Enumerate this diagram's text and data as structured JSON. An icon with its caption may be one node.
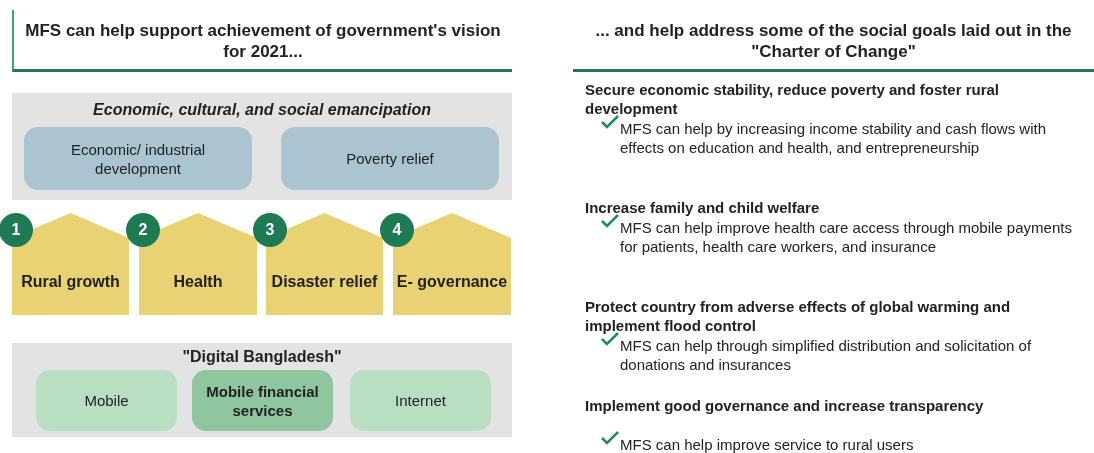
{
  "diagram": {
    "nodes": [
      {
        "text": [
          "Economic, cultural, and social emancipation"
        ]
      },
      {
        "text": [
          "Economic/ industrial development"
        ],
        "in": 0
      },
      {
        "text": [
          "Poverty relief"
        ],
        "in": 0
      },
      {
        "text": [
          "1",
          "Rural growth"
        ]
      },
      {
        "text": [
          "2",
          "Health"
        ]
      },
      {
        "text": [
          "3",
          "Disaster relief"
        ]
      },
      {
        "text": [
          "4",
          "E- governance"
        ]
      },
      {
        "text": [
          "\"Digital Bangladesh\""
        ]
      },
      {
        "text": [
          "Mobile"
        ],
        "in": 7
      },
      {
        "text": [
          "Mobile financial services"
        ],
        "in": 7
      },
      {
        "text": [
          "Internet"
        ],
        "in": 7
      }
    ],
    "labels": [
      "MFS can help support achievement of government's vision for 2021...",
      "... and help address some of the social goals laid out in the \"Charter of Change\"",
      "Secure economic stability, reduce poverty and foster rural development",
      "MFS can help by increasing income stability and cash flows with effects on education and health, and entrepreneurship",
      "Increase family and child welfare",
      "MFS can help improve health care access through mobile payments for patients, health care workers, and insurance",
      "Protect country from adverse effects of global warming and implement flood control",
      "MFS can help through simplified distribution and solicitation of donations and insurances",
      "Implement good governance and increase transparency",
      "MFS can help improve service to rural users"
    ]
  }
}
